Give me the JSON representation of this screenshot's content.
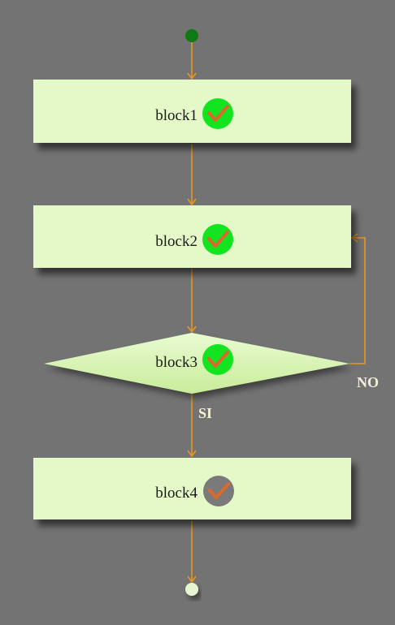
{
  "diagram": {
    "blocks": [
      {
        "id": "block1",
        "label": "block1",
        "status": "done"
      },
      {
        "id": "block2",
        "label": "block2",
        "status": "done"
      },
      {
        "id": "block3",
        "label": "block3",
        "status": "done",
        "shape": "decision"
      },
      {
        "id": "block4",
        "label": "block4",
        "status": "pending"
      }
    ],
    "edges": {
      "yes_label": "SI",
      "no_label": "NO"
    },
    "icons": {
      "status_done": "check-circle-icon",
      "status_pending": "check-circle-icon"
    },
    "colors": {
      "background": "#737373",
      "block_fill": "#e4f8c8",
      "arrow": "#e8961f",
      "done_badge": "#12e51f",
      "pending_badge": "#7a7a7a",
      "checkmark": "#d9692c",
      "start_node": "#0d7a13",
      "end_node": "#e6f7cf"
    }
  }
}
